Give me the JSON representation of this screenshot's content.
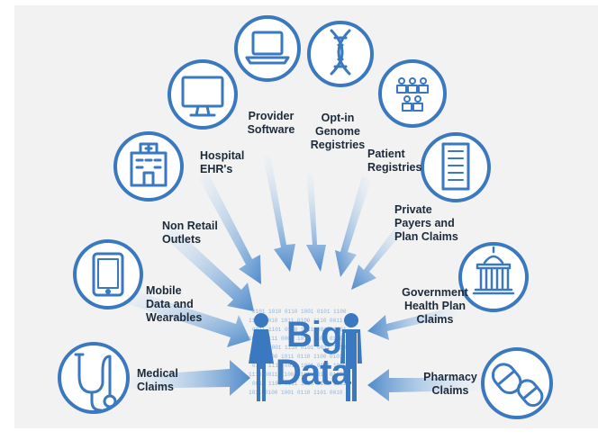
{
  "sources": [
    {
      "id": "medical-claims",
      "label": "Medical\nClaims",
      "icon": "stethoscope-icon"
    },
    {
      "id": "mobile-data",
      "label": "Mobile\nData and\nWearables",
      "icon": "tablet-icon"
    },
    {
      "id": "non-retail",
      "label": "Non Retail\nOutlets",
      "icon": "hospital-building-icon"
    },
    {
      "id": "hospital-ehr",
      "label": "Hospital\nEHR's",
      "icon": "monitor-icon"
    },
    {
      "id": "provider-software",
      "label": "Provider\nSoftware",
      "icon": "laptop-icon"
    },
    {
      "id": "genome-registries",
      "label": "Opt-in\nGenome\nRegistries",
      "icon": "dna-icon"
    },
    {
      "id": "patient-registries",
      "label": "Patient\nRegistries",
      "icon": "patients-group-icon"
    },
    {
      "id": "private-payers",
      "label": "Private\nPayers and\nPlan Claims",
      "icon": "office-tower-icon"
    },
    {
      "id": "government-health",
      "label": "Government\nHealth Plan\nClaims",
      "icon": "capitol-building-icon"
    },
    {
      "id": "pharmacy-claims",
      "label": "Pharmacy\nClaims",
      "icon": "pills-icon"
    }
  ],
  "center": {
    "line1": "Big",
    "line2": "Data",
    "icon_left": "female-figure-icon",
    "icon_right": "male-figure-icon"
  },
  "colors": {
    "accent": "#3a78bf",
    "circle_fill": "#ffffff",
    "arrow_light": "#dce9f6",
    "arrow_dark": "#5b95d1",
    "text": "#1c2a3a"
  }
}
